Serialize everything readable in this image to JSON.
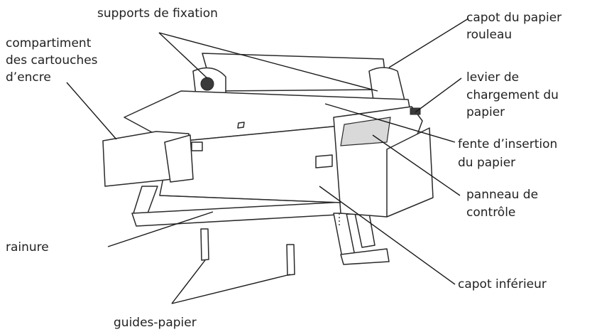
{
  "labels": {
    "supports": "supports de fixation",
    "compartment": [
      "compartiment",
      "des cartouches",
      "d’encre"
    ],
    "roll_cover": [
      "capot du papier",
      "rouleau"
    ],
    "lever": [
      "levier de",
      "chargement du",
      "papier"
    ],
    "slot": [
      "fente d’insertion",
      "du papier"
    ],
    "panel": [
      "panneau de",
      "contrôle"
    ],
    "groove": "rainure",
    "lower_cover": "capot inférieur",
    "guides": "guides-papier"
  }
}
